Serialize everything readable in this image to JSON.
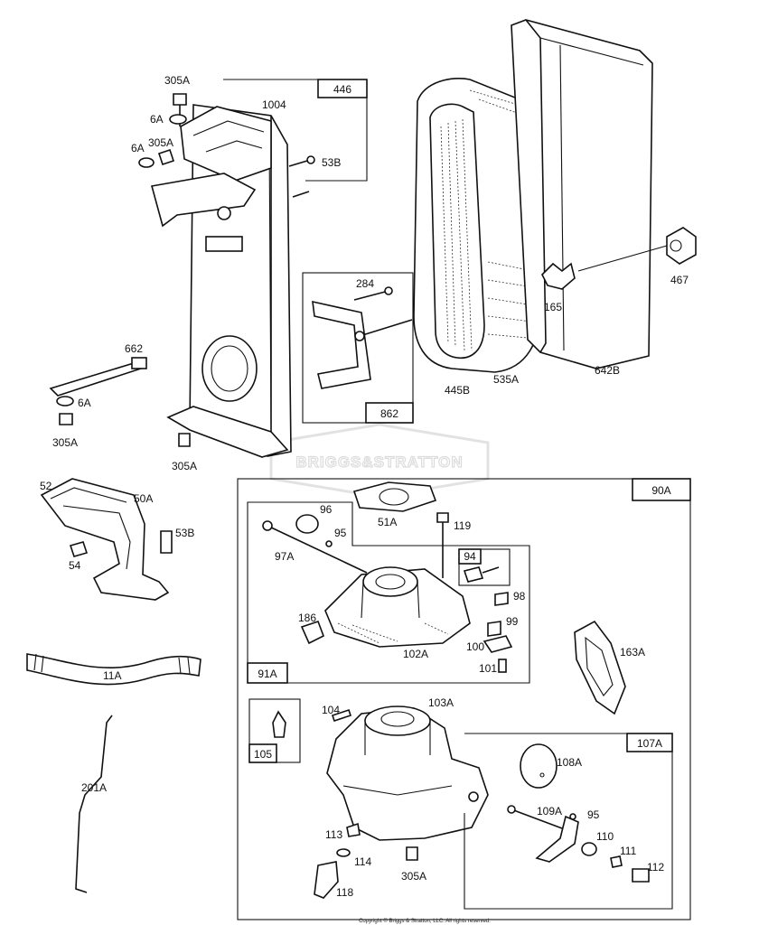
{
  "watermark": "BRIGGS&STRATTON",
  "copyright": "Copyright © Briggs & Stratton, LLC. All rights reserved.",
  "boxes": {
    "b446": "446",
    "b862": "862",
    "b90A": "90A",
    "b91A": "91A",
    "b94": "94",
    "b105": "105",
    "b107A": "107A"
  },
  "labels": {
    "l305a_top": "305A",
    "l6a_1": "6A",
    "l305a_2": "305A",
    "l6a_2": "6A",
    "l1004": "1004",
    "l53b_1": "53B",
    "l284": "284",
    "l662": "662",
    "l6a_3": "6A",
    "l305a_3": "305A",
    "l305a_4": "305A",
    "l445b": "445B",
    "l535a": "535A",
    "l165": "165",
    "l642b": "642B",
    "l467": "467",
    "l52": "52",
    "l50a": "50A",
    "l53b_2": "53B",
    "l54": "54",
    "l11a": "11A",
    "l201a": "201A",
    "l51a": "51A",
    "l119": "119",
    "l96": "96",
    "l95_1": "95",
    "l97a": "97A",
    "l98": "98",
    "l99": "99",
    "l186": "186",
    "l100": "100",
    "l102a": "102A",
    "l101": "101",
    "l163a": "163A",
    "l104": "104",
    "l103a": "103A",
    "l108a": "108A",
    "l109a": "109A",
    "l95_2": "95",
    "l110": "110",
    "l111": "111",
    "l112": "112",
    "l113": "113",
    "l114": "114",
    "l305a_5": "305A",
    "l118": "118"
  }
}
